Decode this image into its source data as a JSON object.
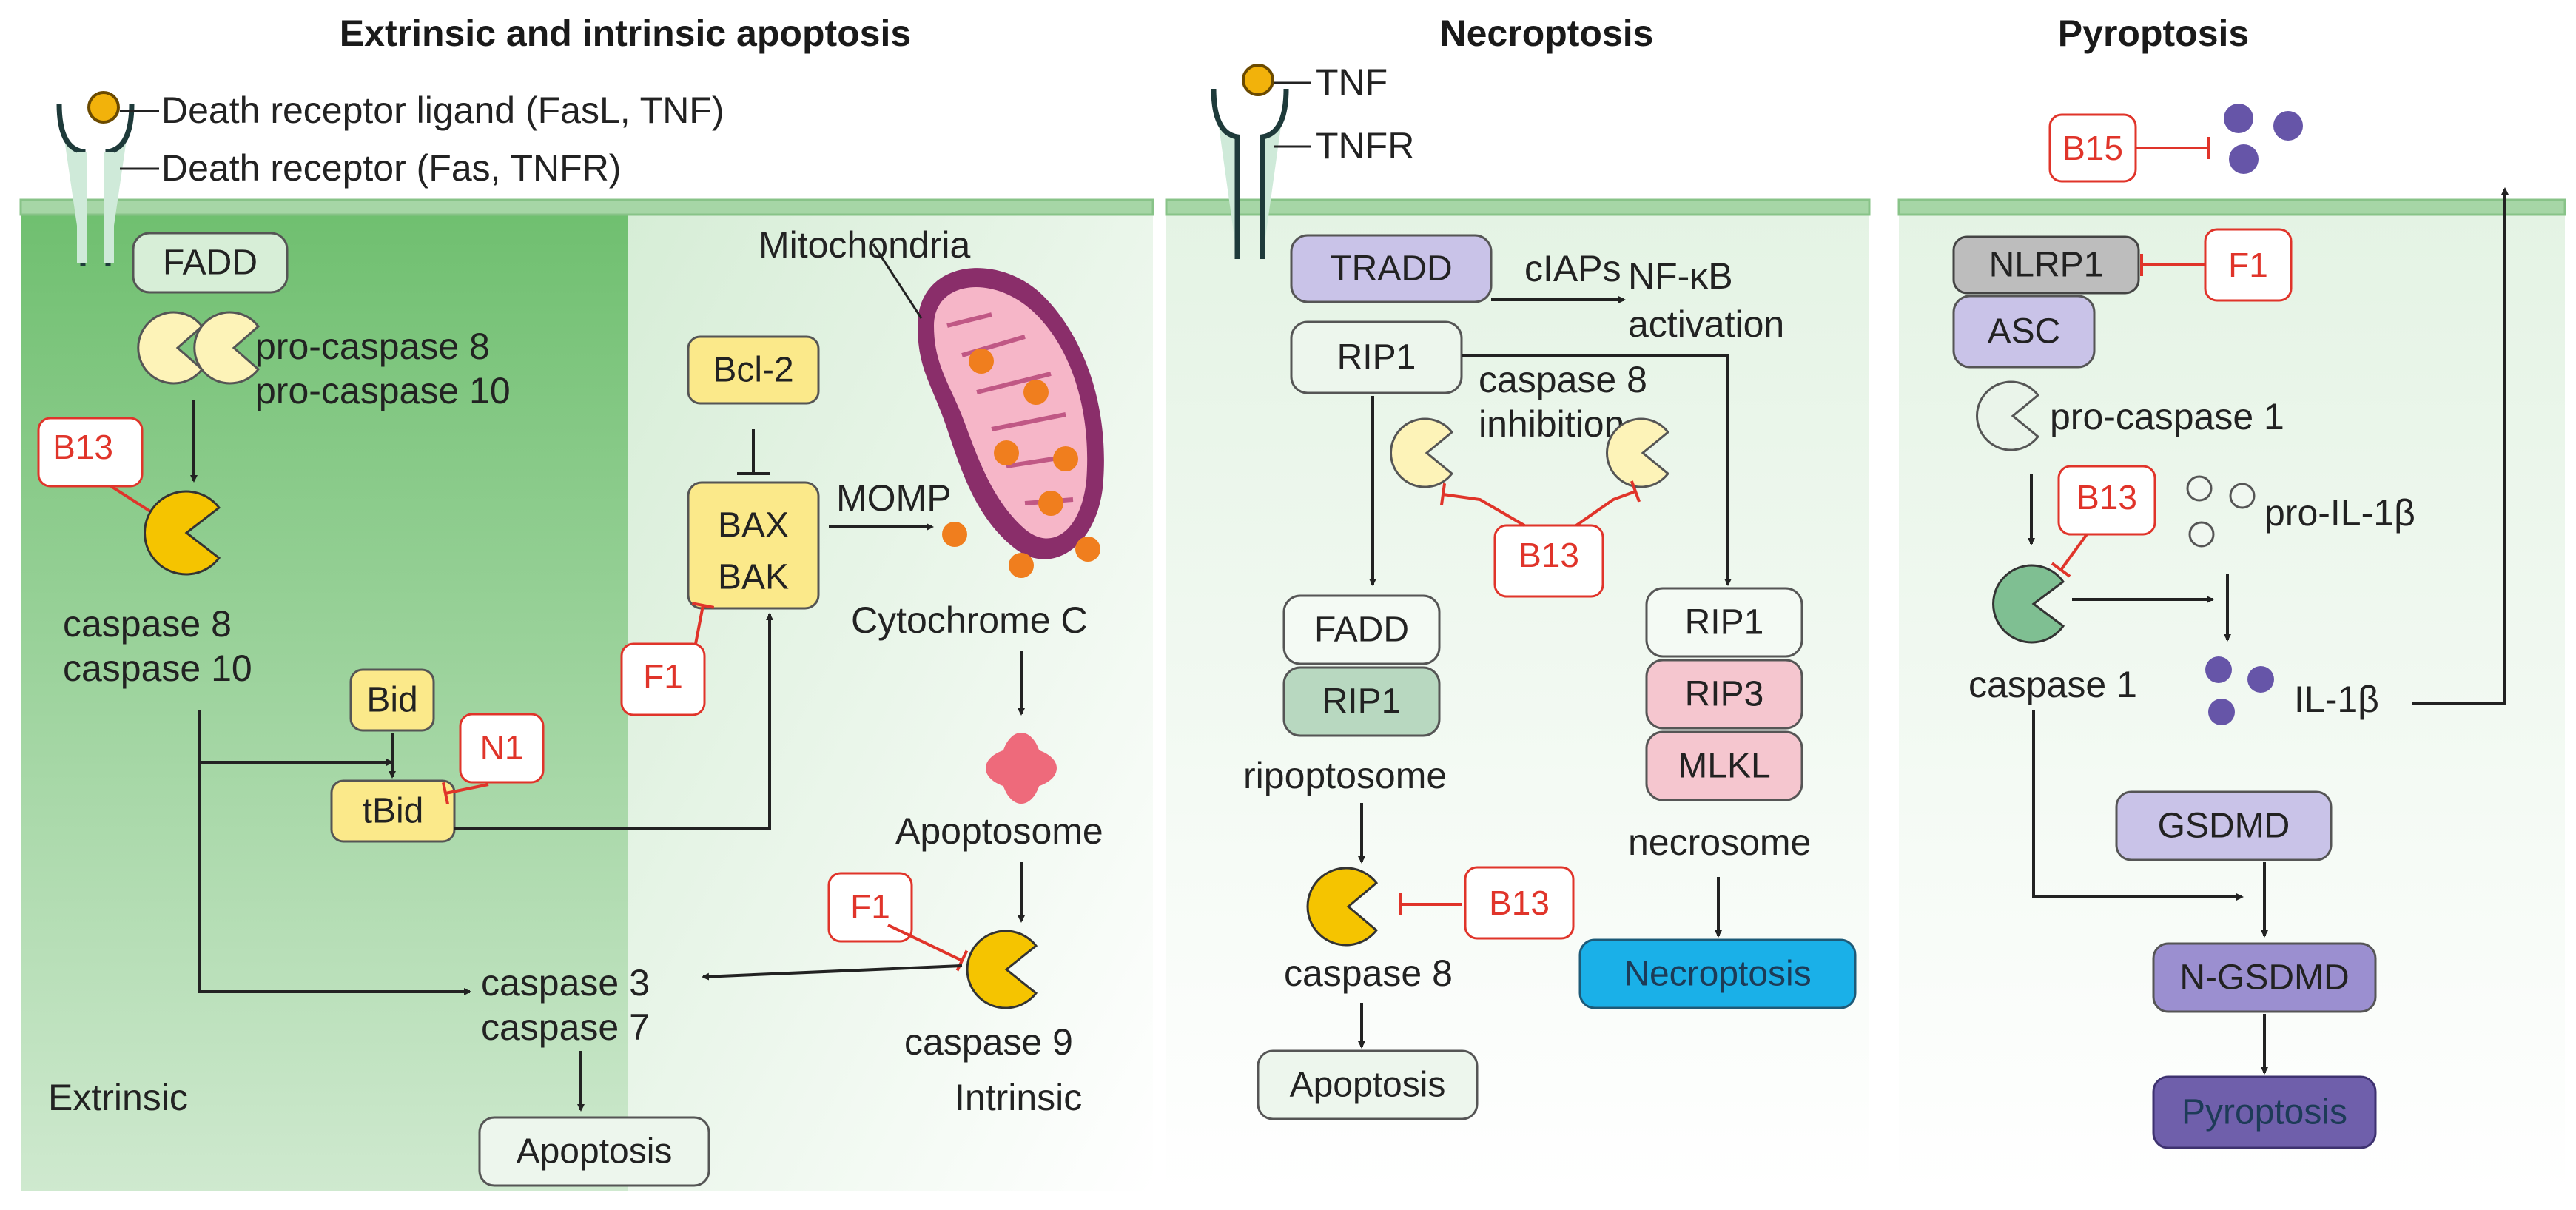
{
  "titles": {
    "apoptosis": "Extrinsic and intrinsic apoptosis",
    "necroptosis": "Necroptosis",
    "pyroptosis": "Pyroptosis"
  },
  "apoptosis": {
    "ligand_label": "Death receptor ligand (FasL, TNF)",
    "receptor_label": "Death receptor (Fas, TNFR)",
    "fadd": "FADD",
    "pro_caspase_8": "pro-caspase 8",
    "pro_caspase_10": "pro-caspase 10",
    "caspase_8": "caspase 8",
    "caspase_10": "caspase 10",
    "bid": "Bid",
    "tbid": "tBid",
    "bcl2": "Bcl-2",
    "bax": "BAX",
    "bak": "BAK",
    "momp": "MOMP",
    "mitochondria": "Mitochondria",
    "cytochrome_c": "Cytochrome C",
    "apoptosome": "Apoptosome",
    "caspase_9": "caspase 9",
    "caspase_3": "caspase 3",
    "caspase_7": "caspase 7",
    "apoptosis_out": "Apoptosis",
    "extrinsic": "Extrinsic",
    "intrinsic": "Intrinsic",
    "inhibitor_b13": "B13",
    "inhibitor_n1": "N1",
    "inhibitor_f1_bax": "F1",
    "inhibitor_f1_casp9": "F1"
  },
  "necroptosis": {
    "tnf": "TNF",
    "tnfr": "TNFR",
    "tradd": "TRADD",
    "ciaps": "cIAPs",
    "nfkb_1": "NF-κB",
    "nfkb_2": "activation",
    "rip1": "RIP1",
    "casp8_inhib_1": "caspase 8",
    "casp8_inhib_2": "inhibition",
    "inhibitor_b13_mid": "B13",
    "fadd": "FADD",
    "rip1_left": "RIP1",
    "ripoptosome": "ripoptosome",
    "caspase_8": "caspase 8",
    "inhibitor_b13_c8": "B13",
    "apoptosis_out": "Apoptosis",
    "rip1_right": "RIP1",
    "rip3": "RIP3",
    "mlkl": "MLKL",
    "necrosome": "necrosome",
    "necroptosis_out": "Necroptosis"
  },
  "pyroptosis": {
    "inhibitor_b15": "B15",
    "nlrp1": "NLRP1",
    "inhibitor_f1": "F1",
    "asc": "ASC",
    "pro_caspase_1": "pro-caspase 1",
    "inhibitor_b13": "B13",
    "pro_il1b": "pro-IL-1β",
    "caspase_1": "caspase 1",
    "il1b": "IL-1β",
    "gsdmd": "GSDMD",
    "n_gsdmd": "N-GSDMD",
    "pyroptosis_out": "Pyroptosis"
  },
  "colors": {
    "membrane": "#a6d6a6",
    "extrinsic_bg": "#7cc57c",
    "intrinsic_bg": "#d4ecd4",
    "caspase_active": "#f5c400",
    "pro_caspase": "#fdf3b8",
    "yellow_box": "#fbe98a",
    "purple_box": "#c9c3e8",
    "green_box": "#d3e8d3",
    "pink_box": "#f5c6cf",
    "necroptosis_out": "#1ab0e8",
    "pyroptosis_out": "#6f5fab",
    "inhibitor": "#e0342a",
    "mitochondria": "#8a2e6a",
    "cytochrome_c": "#f07e1e"
  }
}
